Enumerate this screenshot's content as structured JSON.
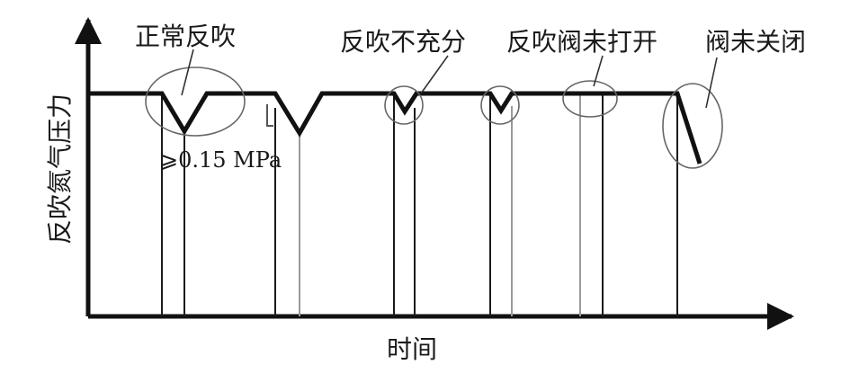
{
  "diagram": {
    "y_axis_label": "反吹氮气压力",
    "x_axis_label": "时间",
    "annotations": {
      "normal": "正常反吹",
      "insufficient": "反吹不充分",
      "not_open": "反吹阀未打开",
      "not_closed": "阀未关闭",
      "threshold": "⩾0.15 MPa"
    },
    "colors": {
      "trace": "#111111",
      "guide_dark": "#1a1a1a",
      "guide_light": "#9a9a9a",
      "circle": "#555555"
    }
  }
}
